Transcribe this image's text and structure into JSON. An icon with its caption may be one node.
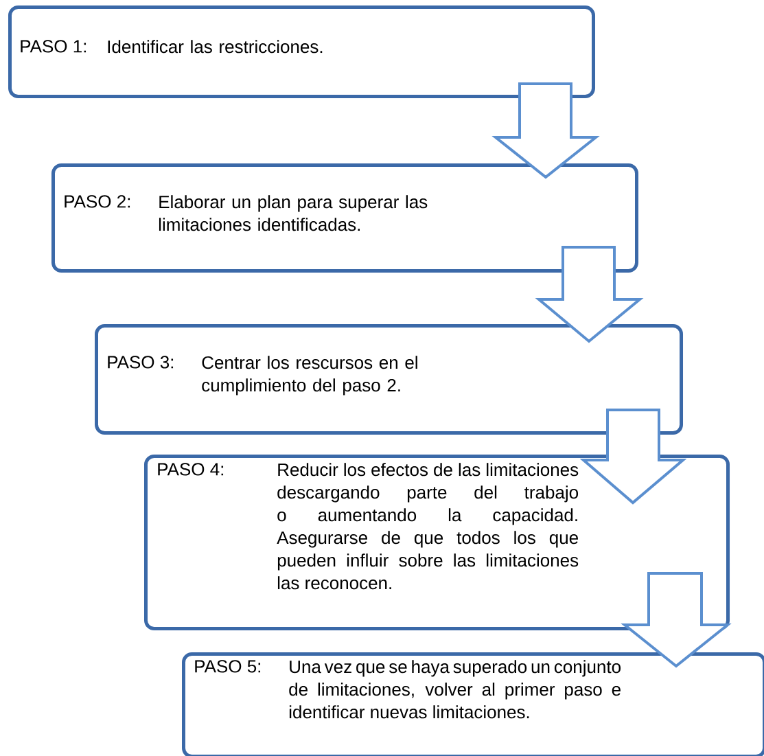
{
  "diagram": {
    "nodes": [
      {
        "text": [
          "PASO 1:",
          "Identificar las restricciones."
        ]
      },
      {
        "text": [
          "PASO 2:",
          "Elaborar un plan para superar las limitaciones identificadas."
        ]
      },
      {
        "text": [
          "PASO 3:",
          "Centrar los rescursos en el cumplimiento del paso 2."
        ]
      },
      {
        "text": [
          "PASO 4:",
          "Reducir los efectos de las limitaciones descargando parte del trabajo o aumentando la capacidad. Asegurarse de que todos los que pueden influir sobre las limitaciones las reconocen."
        ]
      },
      {
        "text": [
          "PASO 5:",
          "Una vez que se haya superado un conjunto de limitaciones, volver al primer paso e identificar nuevas limitaciones."
        ]
      }
    ],
    "edges": [
      {
        "from": 0,
        "to": 1,
        "arrow": "to"
      },
      {
        "from": 1,
        "to": 2,
        "arrow": "to"
      },
      {
        "from": 2,
        "to": 3,
        "arrow": "to"
      },
      {
        "from": 3,
        "to": 4,
        "arrow": "to"
      }
    ]
  }
}
